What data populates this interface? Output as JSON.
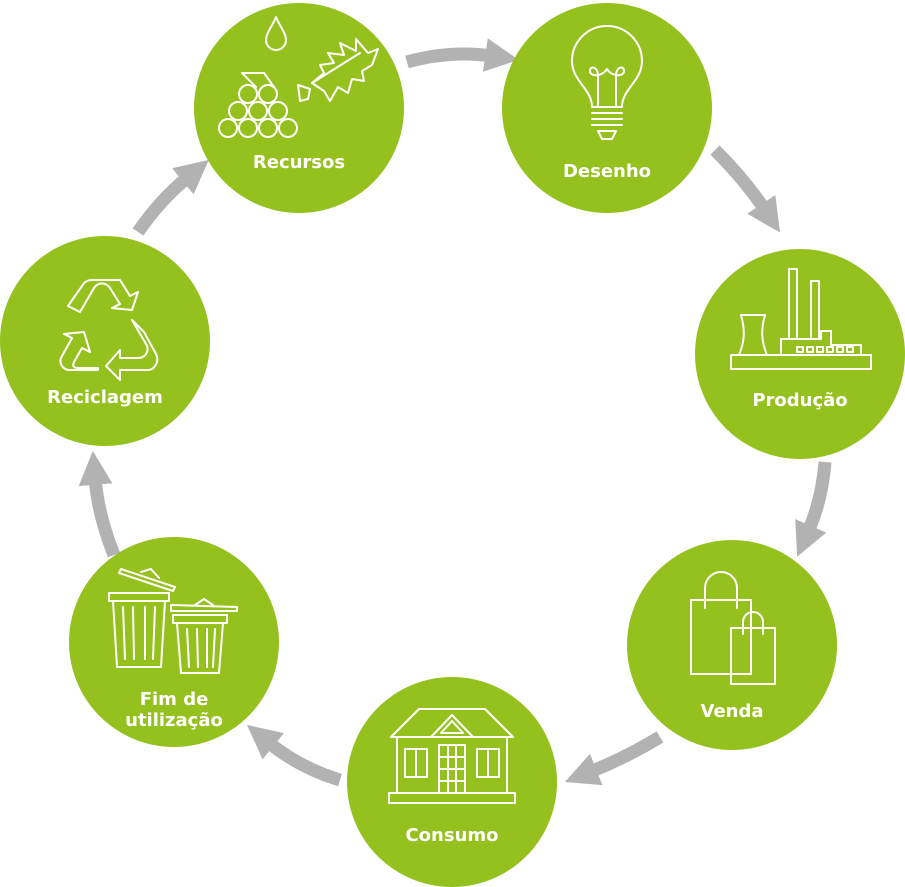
{
  "diagram": {
    "stages": [
      {
        "id": "recursos",
        "label": "Recursos",
        "icon": "resources-icon"
      },
      {
        "id": "desenho",
        "label": "Desenho",
        "icon": "lightbulb-icon"
      },
      {
        "id": "producao",
        "label": "Produção",
        "icon": "factory-icon"
      },
      {
        "id": "venda",
        "label": "Venda",
        "icon": "shopping-bags-icon"
      },
      {
        "id": "consumo",
        "label": "Consumo",
        "icon": "house-icon"
      },
      {
        "id": "fim",
        "label_line1": "Fim de",
        "label_line2": "utilização",
        "icon": "trash-bins-icon"
      },
      {
        "id": "reciclagem",
        "label": "Reciclagem",
        "icon": "recycle-icon"
      }
    ],
    "colors": {
      "circle": "#95c11f",
      "arrow": "#b2b2b2",
      "text": "#ffffff"
    }
  }
}
